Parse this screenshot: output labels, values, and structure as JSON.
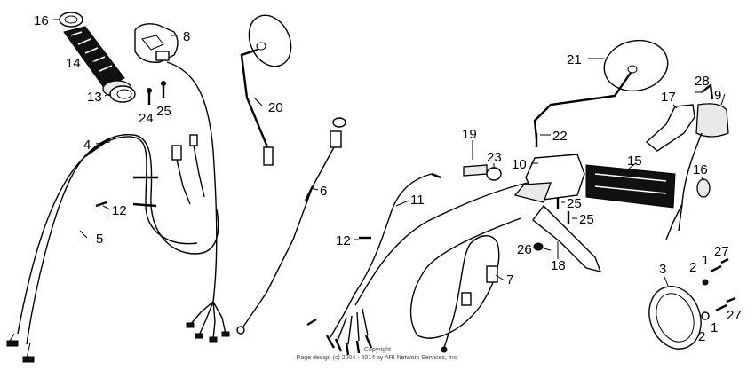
{
  "callouts": [
    "16",
    "14",
    "13",
    "8",
    "24",
    "25",
    "20",
    "4",
    "12",
    "5",
    "6",
    "21",
    "28",
    "9",
    "17",
    "19",
    "22",
    "23",
    "10",
    "15",
    "16",
    "11",
    "25",
    "25",
    "12",
    "26",
    "18",
    "7",
    "3",
    "2",
    "1",
    "27",
    "27",
    "1",
    "2"
  ],
  "footer": {
    "line1": "Copyright",
    "line2": "Page design (c) 2004 - 2014 by ARI Network Services, Inc."
  }
}
